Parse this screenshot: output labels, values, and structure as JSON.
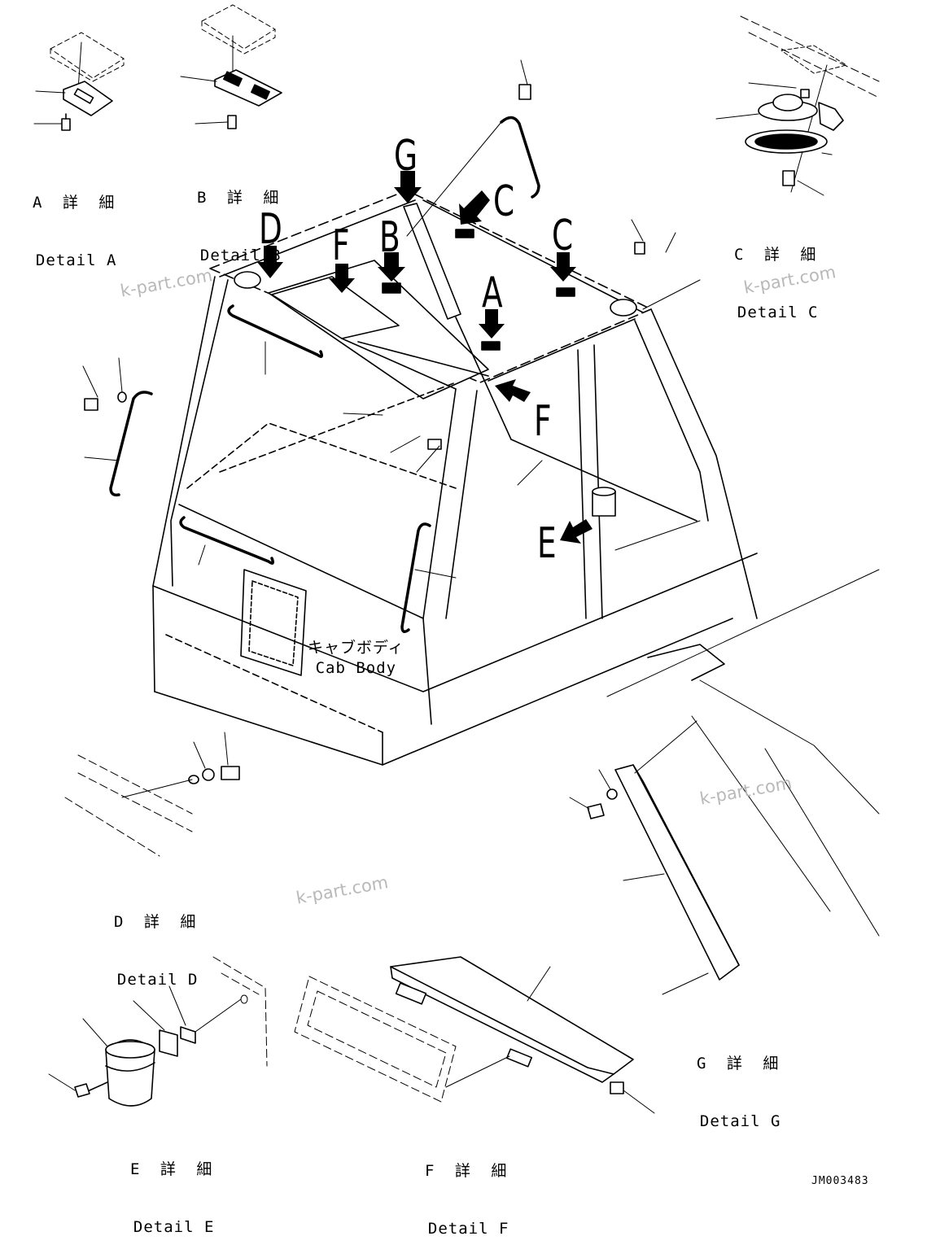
{
  "details": [
    {
      "id": "A",
      "jp": "A 詳 細",
      "en": "Detail A"
    },
    {
      "id": "B",
      "jp": "B 詳 細",
      "en": "Detail B"
    },
    {
      "id": "C",
      "jp": "C 詳 細",
      "en": "Detail C"
    },
    {
      "id": "D",
      "jp": "D 詳 細",
      "en": "Detail D"
    },
    {
      "id": "E",
      "jp": "E 詳 細",
      "en": "Detail E"
    },
    {
      "id": "F",
      "jp": "F 詳 細",
      "en": "Detail F"
    },
    {
      "id": "G",
      "jp": "G 詳 細",
      "en": "Detail G"
    }
  ],
  "callouts": {
    "g": "G",
    "c1": "C",
    "c2": "C",
    "d": "D",
    "f1": "F",
    "b": "B",
    "a": "A",
    "f2": "F",
    "e": "E"
  },
  "cab_body": {
    "jp": "キャブボディ",
    "en": "Cab Body"
  },
  "watermark": "k-part.com",
  "document_number": "JM003483"
}
